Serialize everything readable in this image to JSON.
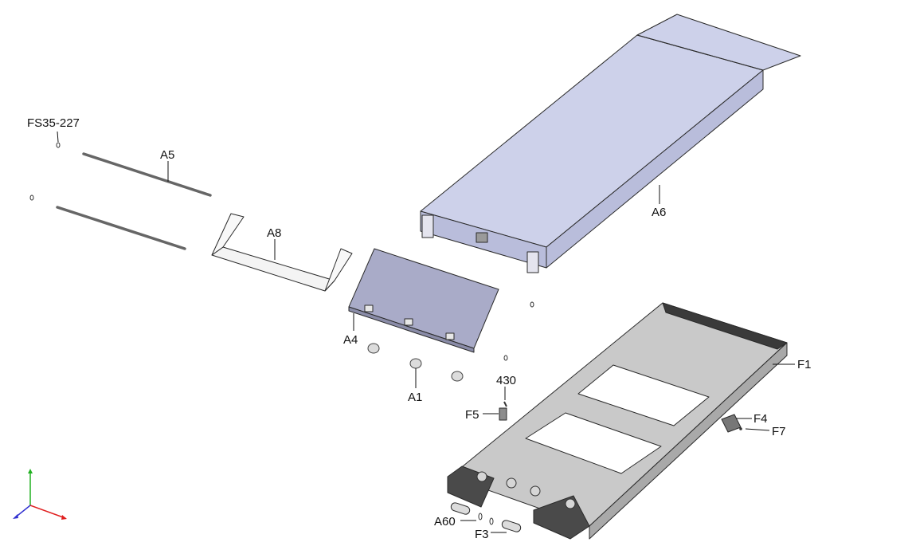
{
  "labels": {
    "fs35_227": "FS35-227",
    "a5": "A5",
    "a8": "A8",
    "a6": "A6",
    "a4": "A4",
    "a1": "A1",
    "p430": "430",
    "f1": "F1",
    "f5": "F5",
    "f4": "F4",
    "f7": "F7",
    "a60": "A60",
    "f3": "F3"
  },
  "colors": {
    "cover_fill": "#cdd1ea",
    "cover_side": "#b9bddb",
    "panel_fill": "#a9abc8",
    "frame_fill": "#c9c9c9",
    "frame_dark": "#3a3a3a",
    "axis_x": "#e02020",
    "axis_y": "#20b020",
    "axis_z": "#3030d0"
  }
}
